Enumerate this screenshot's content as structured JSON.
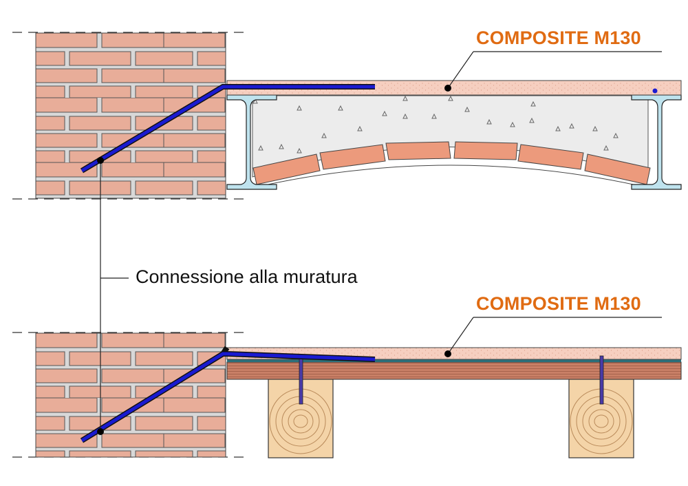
{
  "labels": {
    "top_product": "COMPOSITE M130",
    "bottom_product": "COMPOSITE M130",
    "connection": "Connessione alla muratura"
  },
  "colors": {
    "product_label": "#e06b12",
    "brick": "#e8ad99",
    "mortar": "#d8d8d8",
    "screed": "#f6cfc0",
    "connector": "#1a1ad0",
    "steel_beam": "#bfe3ee",
    "concrete": "#ececec",
    "arch_brick": "#ec9a7c",
    "wood": "#f4d4a8",
    "plank": "#c97f66"
  },
  "icons": [
    "brick-wall",
    "steel-i-beam",
    "timber-beam",
    "connector-bar"
  ]
}
